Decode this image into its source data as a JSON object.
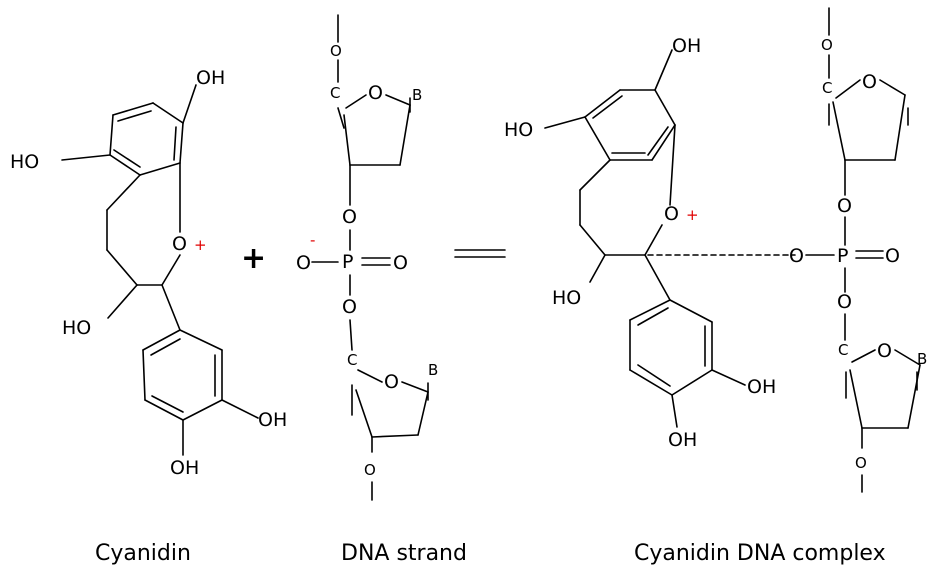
{
  "diagram": {
    "reactant1_caption": "Cyanidin",
    "reactant2_caption": "DNA strand",
    "product_caption": "Cyanidin DNA complex",
    "plus_sign": "+",
    "atoms": {
      "OH": "OH",
      "HO": "HO",
      "O": "O",
      "P": "P",
      "C": "C",
      "B": "B",
      "O_plus_charge": "+",
      "O_minus_charge": "-"
    }
  }
}
